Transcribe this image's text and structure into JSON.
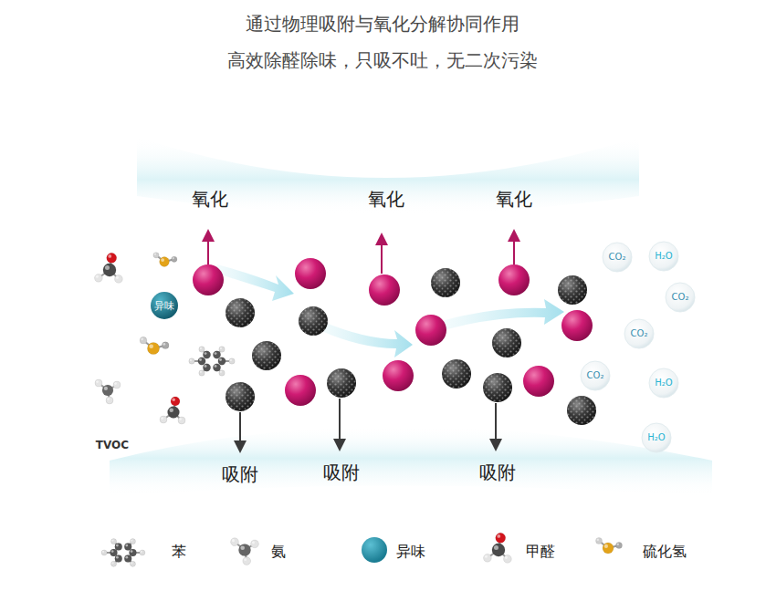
{
  "diagram": {
    "title": "通过物理吸附与氧化分解协同作用",
    "nodes": [
      {
        "text": [
          "异味"
        ]
      },
      {
        "text": [
          "CO₂"
        ]
      },
      {
        "text": [
          "H₂O"
        ]
      },
      {
        "text": [
          "CO₂"
        ]
      },
      {
        "text": [
          "CO₂"
        ]
      },
      {
        "text": [
          "CO₂"
        ]
      },
      {
        "text": [
          "H₂O"
        ]
      },
      {
        "text": [
          "H₂O"
        ]
      }
    ],
    "labels": [
      "高效除醛除味，只吸不吐，无二次污染",
      "氧化",
      "氧化",
      "氧化",
      "吸附",
      "吸附",
      "吸附",
      "TVOC"
    ],
    "legend": [
      {
        "text": "苯"
      },
      {
        "text": "氨"
      },
      {
        "text": "异味",
        "color": "#1b7d93"
      },
      {
        "text": "甲醛"
      },
      {
        "text": "硫化氢"
      }
    ]
  }
}
